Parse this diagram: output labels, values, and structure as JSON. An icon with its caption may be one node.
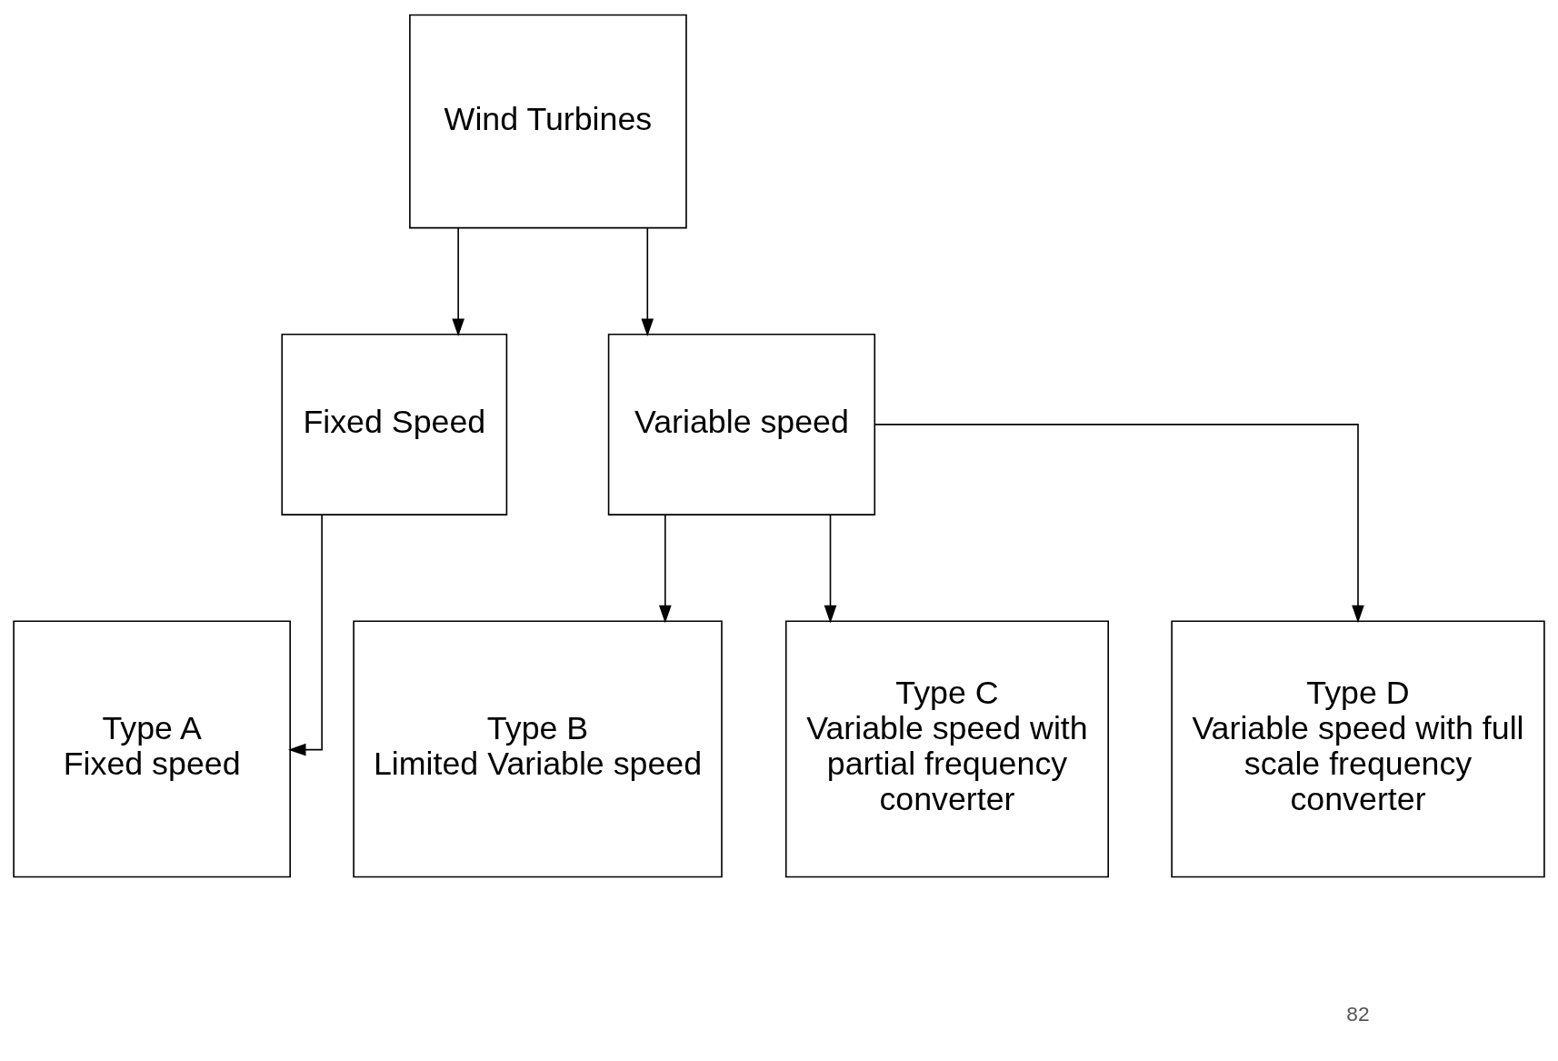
{
  "diagram": {
    "nodes": [
      {
        "text": [
          "Wind Turbines"
        ]
      },
      {
        "text": [
          "Fixed Speed"
        ]
      },
      {
        "text": [
          "Variable speed"
        ]
      },
      {
        "text": [
          "Type A",
          "Fixed speed"
        ]
      },
      {
        "text": [
          "Type B",
          "Limited Variable speed"
        ]
      },
      {
        "text": [
          "Type C",
          "Variable speed with partial frequency converter"
        ]
      },
      {
        "text": [
          "Type D",
          "Variable speed with full scale frequency converter"
        ]
      }
    ],
    "edges": [
      {
        "from": 0,
        "to": 1,
        "arrow": "to"
      },
      {
        "from": 0,
        "to": 2,
        "arrow": "to"
      },
      {
        "from": 1,
        "to": 3,
        "arrow": "to"
      },
      {
        "from": 2,
        "to": 4,
        "arrow": "to"
      },
      {
        "from": 2,
        "to": 5,
        "arrow": "to"
      },
      {
        "from": 2,
        "to": 6,
        "arrow": "to"
      }
    ],
    "labels": [
      "82"
    ]
  }
}
